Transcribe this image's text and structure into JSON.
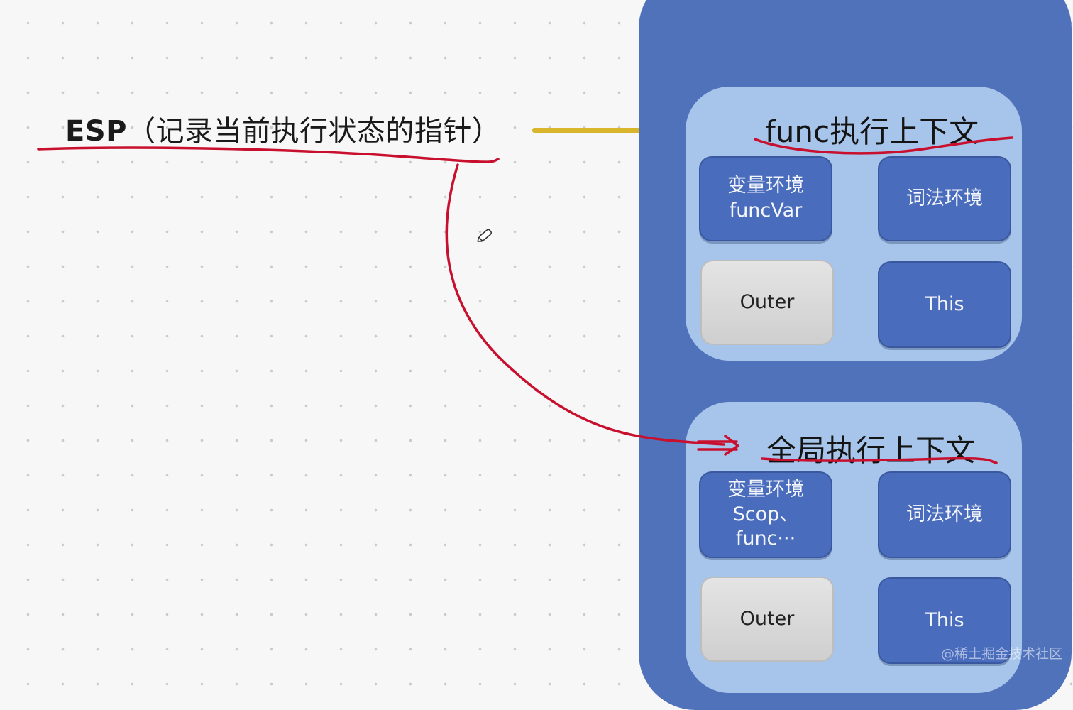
{
  "esp_label": {
    "main": "ESP",
    "note": "（记录当前执行状态的指针）"
  },
  "func_context": {
    "title": "func执行上下文",
    "variable_env": [
      "变量环境",
      "funcVar"
    ],
    "lexical_env": "词法环境",
    "outer": "Outer",
    "this": "This"
  },
  "global_context": {
    "title": "全局执行上下文",
    "variable_env": [
      "变量环境",
      "Scop、",
      "func···"
    ],
    "lexical_env": "词法环境",
    "outer": "Outer",
    "this": "This"
  },
  "watermark": "@稀土掘金技术社区",
  "colors": {
    "stack_panel": "#4f72bb",
    "context_card": "#a7c5ea",
    "tile_blue": "#4a6cbc",
    "tile_grey": "#d6d6d6",
    "pointer_bar": "#d9b52b",
    "ink_red": "#c8102e"
  },
  "icons": [
    "pen-cursor-icon"
  ]
}
